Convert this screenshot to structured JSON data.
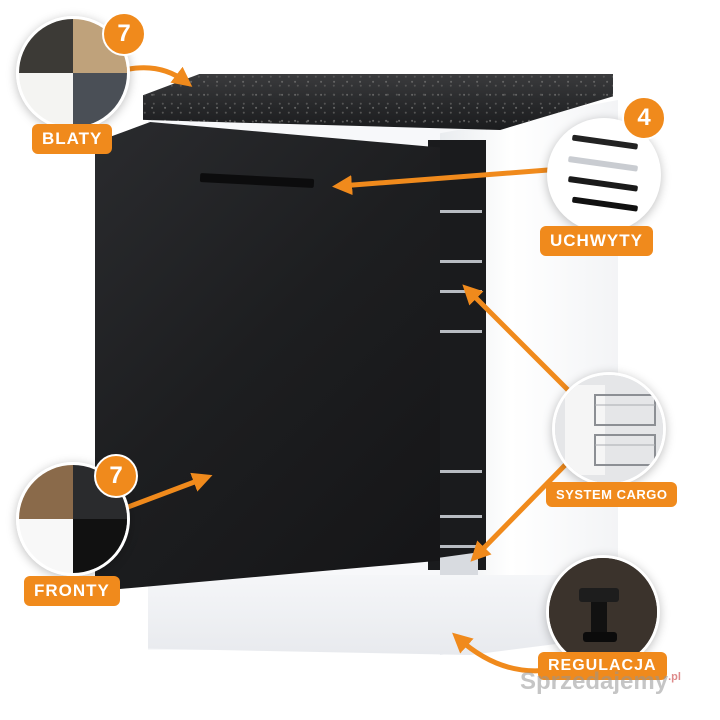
{
  "badges": {
    "blaty": {
      "count": "7",
      "label": "BLATY"
    },
    "uchwyty": {
      "count": "4",
      "label": "UCHWYTY"
    },
    "cargo": {
      "label": "SYSTEM CARGO"
    },
    "fronty": {
      "count": "7",
      "label": "FRONTY"
    },
    "regulacja": {
      "label": "REGULACJA"
    }
  },
  "colors": {
    "accent": "#f08a1c",
    "door": "#1d1e20",
    "countertop": "#262729",
    "body": "#ffffff"
  },
  "swatches": {
    "blaty": [
      "#3c3a36",
      "#bfa27b",
      "#f4f4f2",
      "#4a4f56"
    ],
    "fronty": [
      "#8a6a4a",
      "#2a2b2d",
      "#f8f8f8",
      "#111111"
    ]
  },
  "watermark": {
    "text": "Sprzedajemy",
    "suffix": ".pl"
  }
}
